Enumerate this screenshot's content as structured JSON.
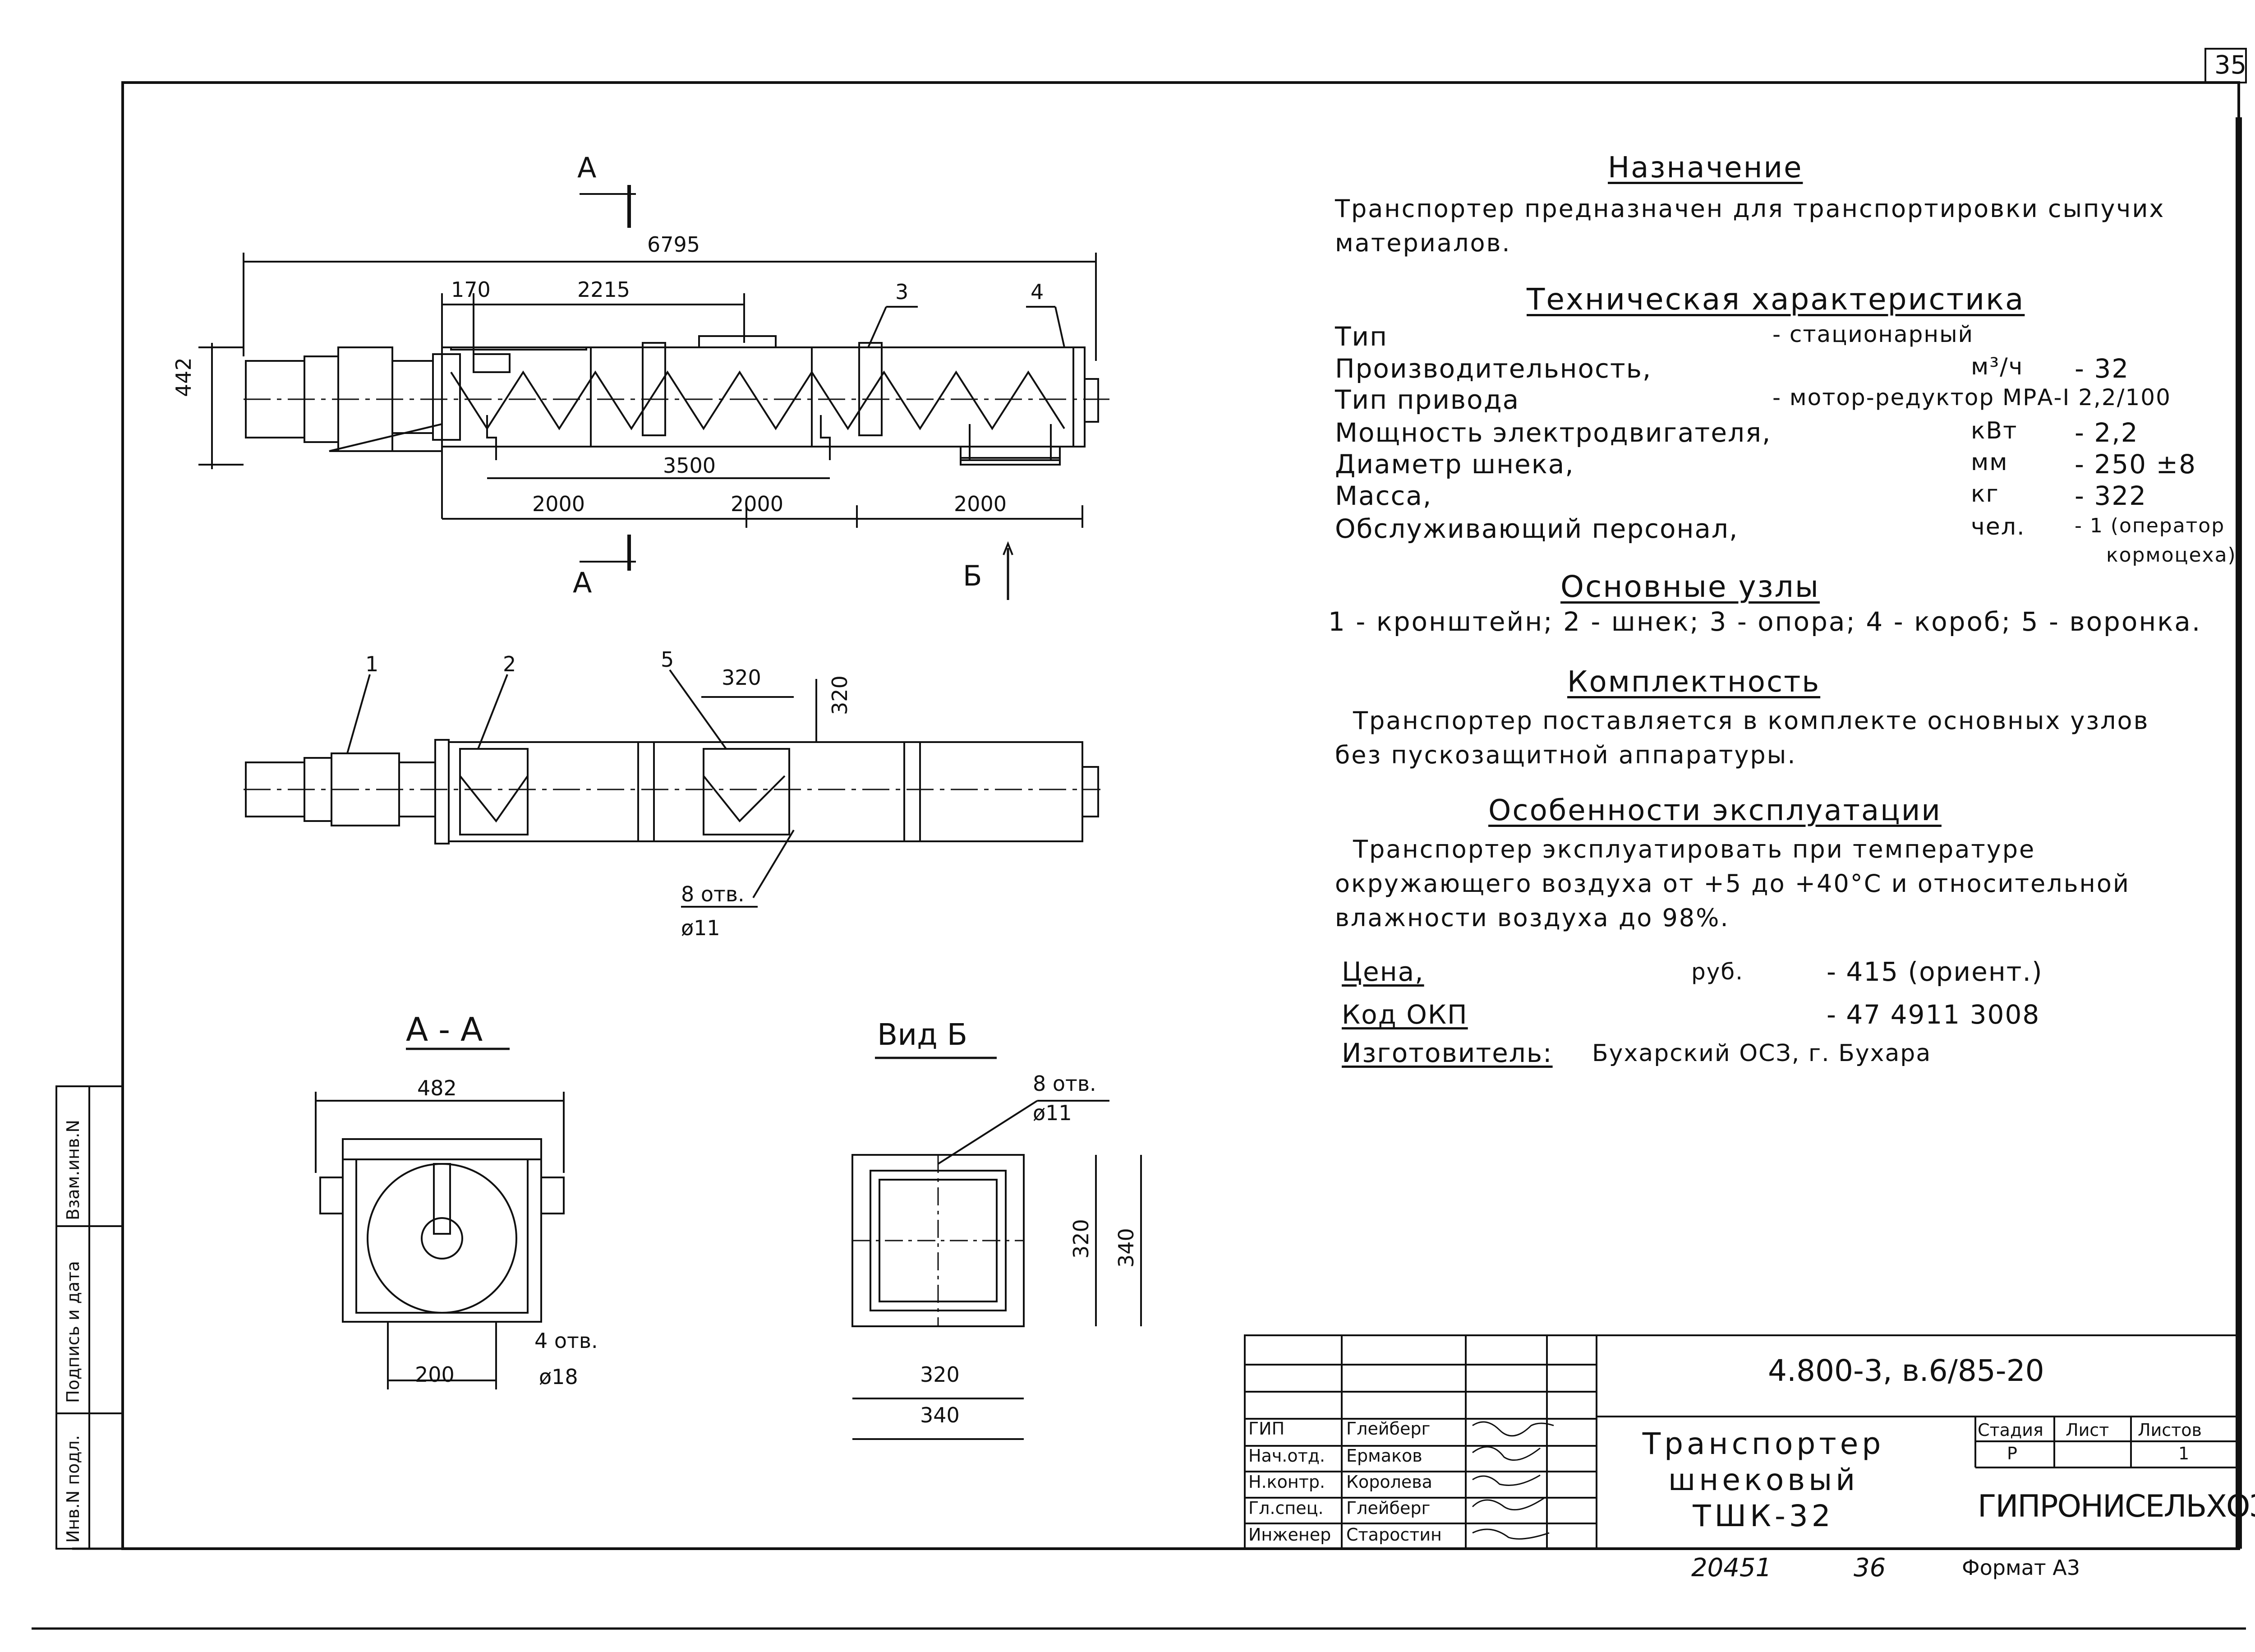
{
  "page_number": "35",
  "purpose": {
    "heading": "Назначение",
    "text": "Транспортер предназначен для транспортировки сыпучих материалов."
  },
  "specs": {
    "heading": "Техническая характеристика",
    "rows": [
      {
        "name": "Тип",
        "unit": "",
        "value": "- стационарный"
      },
      {
        "name": "Производительность,",
        "unit": "м³/ч",
        "value": "- 32"
      },
      {
        "name": "Тип привода",
        "unit": "",
        "value": "- мотор-редуктор МРА-I 2,2/100"
      },
      {
        "name": "Мощность электродвигателя,",
        "unit": "кВт",
        "value": "- 2,2"
      },
      {
        "name": "Диаметр шнека,",
        "unit": "мм",
        "value": "- 250 ±8"
      },
      {
        "name": "Масса,",
        "unit": "кг",
        "value": "- 322"
      },
      {
        "name": "Обслуживающий персонал,",
        "unit": "чел.",
        "value": "- 1 (оператор"
      },
      {
        "name": "",
        "unit": "",
        "value": "кормоцеха)"
      }
    ]
  },
  "units_section": {
    "heading": "Основные узлы",
    "text": "1 - кронштейн; 2 - шнек; 3 - опора; 4 - короб; 5 - воронка."
  },
  "completeness": {
    "heading": "Комплектность",
    "text": "Транспортер поставляется в комплекте основных узлов без пускозащитной аппаратуры."
  },
  "operation": {
    "heading": "Особенности эксплуатации",
    "text": "Транспортер эксплуатировать при температуре окружающего воздуха от +5 до +40°С и относительной влажности воздуха до 98%."
  },
  "price": {
    "label": "Цена,",
    "unit": "руб.",
    "value": "- 415 (ориент.)"
  },
  "okp": {
    "label": "Код ОКП",
    "value": "- 47 4911 3008"
  },
  "maker": {
    "label": "Изготовитель:",
    "value": "Бухарский ОСЗ, г. Бухара"
  },
  "drawing": {
    "dims_top": [
      "6795",
      "170",
      "2215",
      "442",
      "3500",
      "2000",
      "2000",
      "2000"
    ],
    "section_marks": [
      "А",
      "А",
      "Б"
    ],
    "callouts": [
      "1",
      "2",
      "3",
      "4",
      "5"
    ],
    "dim_320": "320",
    "holes_plan": {
      "count": "8 отв.",
      "dia": "ø11"
    },
    "section_title": "А - А",
    "section_dims": {
      "width": "482",
      "base": "200",
      "holes": "4 отв.",
      "hole_dia": "ø18"
    },
    "view_title": "Вид Б",
    "view_dims": {
      "holes": "8 отв.",
      "hole_dia": "ø11",
      "inner_h": "320",
      "outer_h": "340",
      "inner_w": "320",
      "outer_w": "340"
    }
  },
  "side_stamp": [
    "Инв.N подл.",
    "Подпись и дата",
    "Взам.инв.N"
  ],
  "title_block": {
    "doc_code": "4.800-3, в.6/85-20",
    "title_lines": [
      "Транспортер",
      "шнековый",
      "ТШК-32"
    ],
    "roles": [
      {
        "role": "ГИП",
        "name": "Глейберг"
      },
      {
        "role": "Нач.отд.",
        "name": "Ермаков"
      },
      {
        "role": "Н.контр.",
        "name": "Королева"
      },
      {
        "role": "Гл.спец.",
        "name": "Глейберг"
      },
      {
        "role": "Инженер",
        "name": "Старостин"
      }
    ],
    "stage_header": "Стадия",
    "sheet_header": "Лист",
    "sheets_header": "Листов",
    "stage": "Р",
    "sheet": "",
    "sheets": "1",
    "org": "ГИПРОНИСЕЛЬХОЗ",
    "bottom_left": "20451",
    "bottom_mid": "36",
    "format": "Формат А3"
  }
}
